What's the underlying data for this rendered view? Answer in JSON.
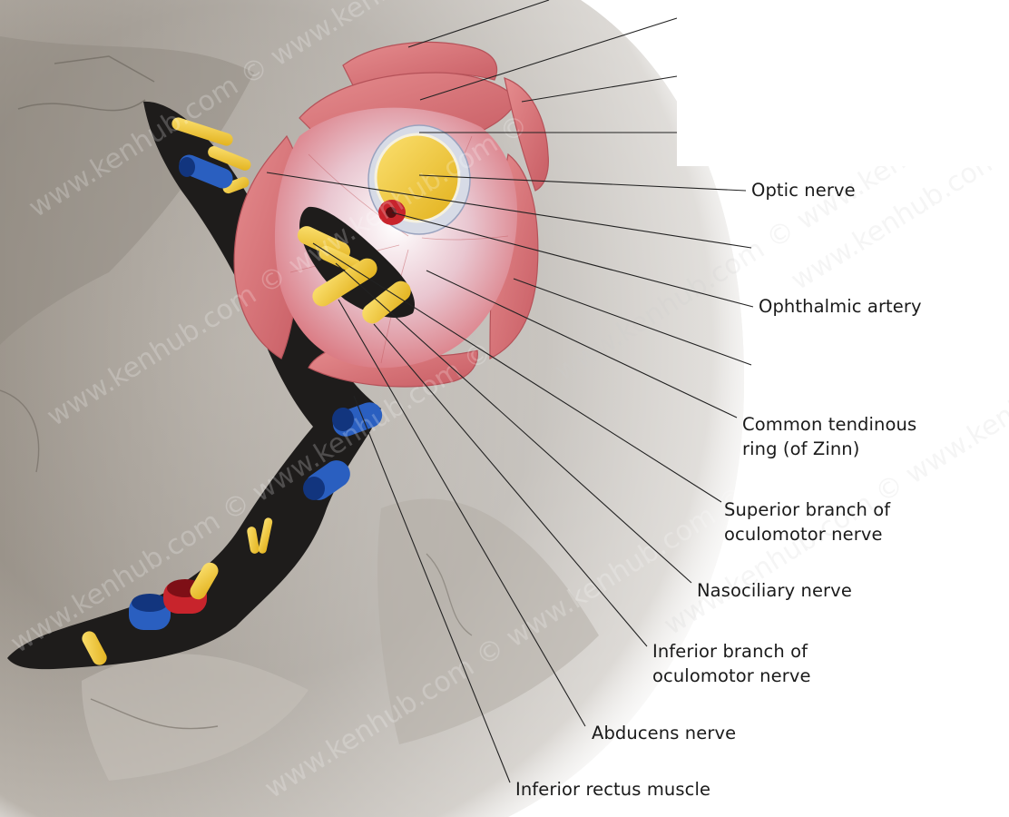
{
  "labels": {
    "optic_nerve": "Optic nerve",
    "ophthalmic_artery": "Ophthalmic artery",
    "common_tendinous_ring": [
      "Common tendinous",
      "ring (of Zinn)"
    ],
    "superior_branch": [
      "Superior branch of",
      "oculomotor nerve"
    ],
    "nasociliary_nerve": "Nasociliary nerve",
    "inferior_branch": [
      "Inferior branch of",
      "oculomotor nerve"
    ],
    "abducens_nerve": "Abducens nerve",
    "inferior_rectus_muscle": "Inferior rectus muscle"
  },
  "watermark": "www.kenhub.com ©",
  "colors": {
    "bone": "#9b948b",
    "muscle": "#d9757a",
    "nerve": "#f2c62c",
    "vein": "#2a5fc0",
    "artery": "#c8242c"
  }
}
